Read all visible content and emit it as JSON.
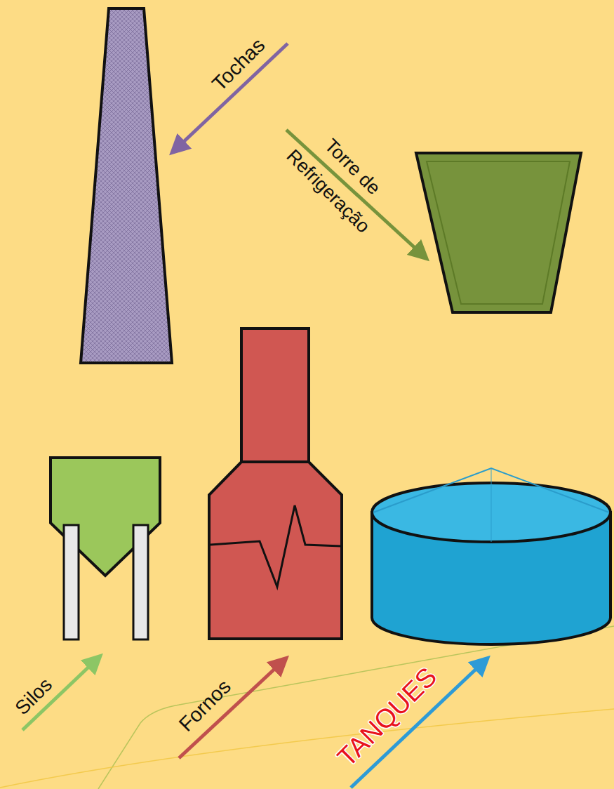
{
  "diagram": {
    "labels": [
      "Tochas",
      "Torre de Refrigeração",
      "Silos",
      "Fornos",
      "TANQUES"
    ]
  }
}
